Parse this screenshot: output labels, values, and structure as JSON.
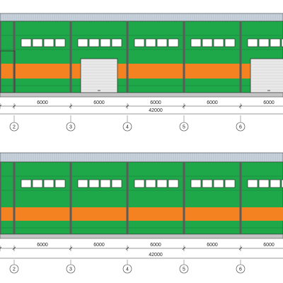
{
  "colors": {
    "green": "#1fa84a",
    "orange": "#f58220",
    "roof": "#c9d3dd",
    "plinth": "#c4c4c4",
    "line": "#333333",
    "window": "#ffffff",
    "door": "#e9e9e9"
  },
  "elevations": [
    {
      "name": "elevation-top",
      "dimensions": [
        "6000",
        "6000",
        "6000",
        "6000",
        "6000"
      ],
      "total": "42000",
      "axes": [
        "2",
        "3",
        "4",
        "5",
        "6"
      ],
      "doors": [
        {
          "bay": 0,
          "type": "partial"
        },
        {
          "bay": 1,
          "type": "full"
        },
        {
          "bay": 4,
          "type": "full"
        }
      ]
    },
    {
      "name": "elevation-bottom",
      "dimensions": [
        "6000",
        "6000",
        "6000",
        "6000",
        "6000"
      ],
      "total": "42000",
      "axes": [
        "2",
        "3",
        "4",
        "5",
        "6"
      ],
      "doors": []
    }
  ]
}
